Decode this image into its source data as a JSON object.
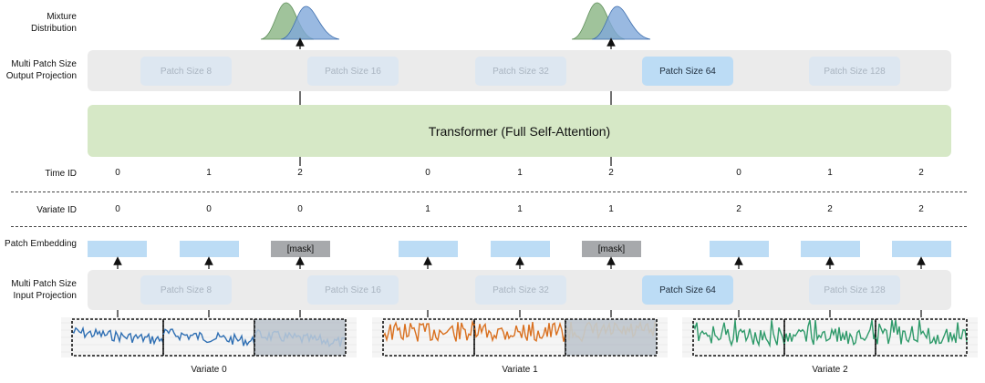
{
  "labels": {
    "mixture": "Mixture Distribution",
    "output_proj": "Multi Patch Size Output Projection",
    "time_id": "Time ID",
    "variate_id": "Variate ID",
    "patch_embedding": "Patch Embedding",
    "input_proj": "Multi Patch Size Input Projection"
  },
  "patch_sizes": [
    "Patch Size 8",
    "Patch Size 16",
    "Patch Size 32",
    "Patch Size 64",
    "Patch Size 128"
  ],
  "active_patch_size": "Patch Size 64",
  "transformer_label": "Transformer (Full Self-Attention)",
  "time_ids": [
    "0",
    "1",
    "2",
    "0",
    "1",
    "2",
    "0",
    "1",
    "2"
  ],
  "variate_ids": [
    "0",
    "0",
    "0",
    "1",
    "1",
    "1",
    "2",
    "2",
    "2"
  ],
  "mask_token": "[mask]",
  "variates": [
    "Variate 0",
    "Variate 1",
    "Variate 2"
  ],
  "colors": {
    "variate0": "#2f6fb3",
    "variate1": "#d9701f",
    "variate2": "#2f9a6a",
    "green_dist": "#8fb98a",
    "blue_dist": "#7fa8d9",
    "band": "#ebebeb",
    "transformer": "#d6e8c6",
    "embedding": "#bcdcf5",
    "mask": "#a7a9ac"
  }
}
